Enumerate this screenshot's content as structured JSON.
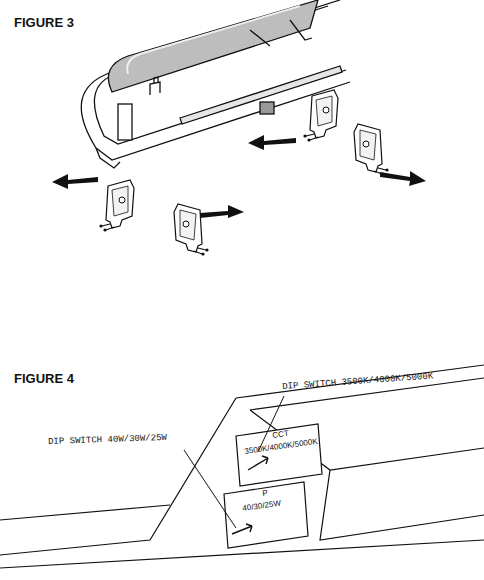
{
  "diagram": {
    "labels": [
      "FIGURE 3",
      "FIGURE 4",
      "DIP SWITCH 3500K/4000K/5000K",
      "DIP SWITCH 40W/30W/25W",
      "CCT",
      "3500K/4000K/5000K",
      "P",
      "40/30/25W"
    ]
  }
}
